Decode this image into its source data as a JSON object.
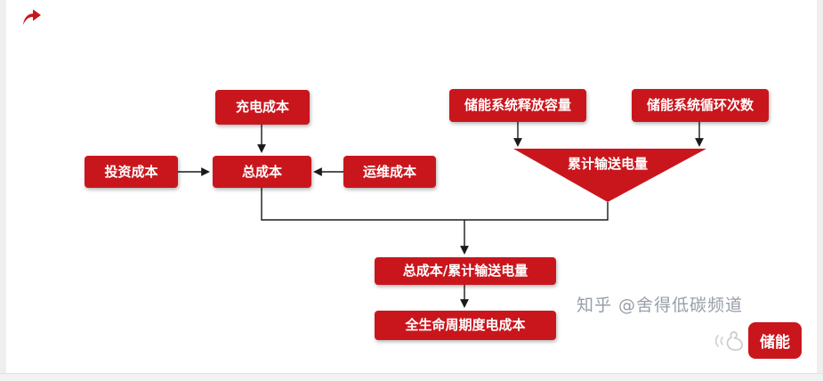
{
  "colors": {
    "accent_red": "#C9161D",
    "connector_line": "#1a1a1a",
    "watermark_gray": "#989ea8"
  },
  "nodes": {
    "charging_cost": "充电成本",
    "investment_cost": "投资成本",
    "total_cost": "总成本",
    "om_cost": "运维成本",
    "release_capacity": "储能系统释放容量",
    "cycle_count": "储能系统循环次数",
    "cumulative_energy": "累计输送电量",
    "cost_per_energy": "总成本/累计输送电量",
    "lifecycle_cost": "全生命周期度电成本"
  },
  "watermark": {
    "text": "知乎 @舍得低碳频道"
  },
  "badge": {
    "label": "储能"
  }
}
